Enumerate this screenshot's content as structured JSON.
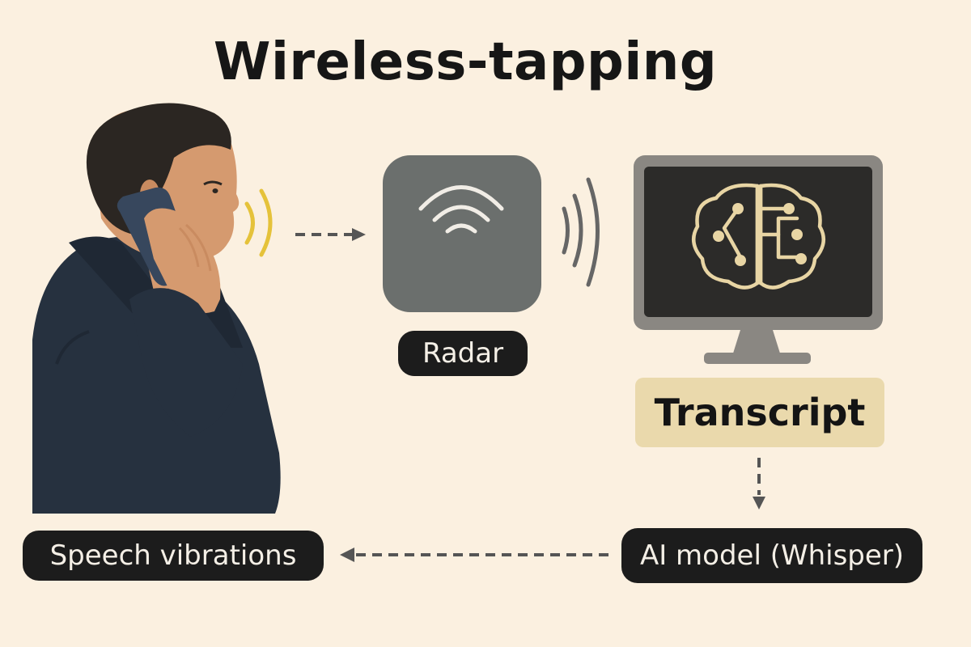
{
  "title": "Wireless-tapping",
  "labels": {
    "radar": "Radar",
    "transcript": "Transcript",
    "ai_model": "AI model (Whisper)",
    "speech": "Speech vibrations"
  },
  "icons": {
    "person": "person-on-phone-illustration",
    "radar": "radar-device-icon",
    "monitor": "monitor-with-brain-icon",
    "brain": "circuit-brain-icon",
    "wifi": "wifi-waves-icon"
  },
  "colors": {
    "background": "#fbf0e0",
    "pill": "#1c1c1c",
    "transcript_box": "#ead9ac",
    "radar_body": "#6b6f6d",
    "sound_waves": "#e5c23a",
    "brain_line": "#e8d5a4",
    "jacket": "#26313f"
  }
}
